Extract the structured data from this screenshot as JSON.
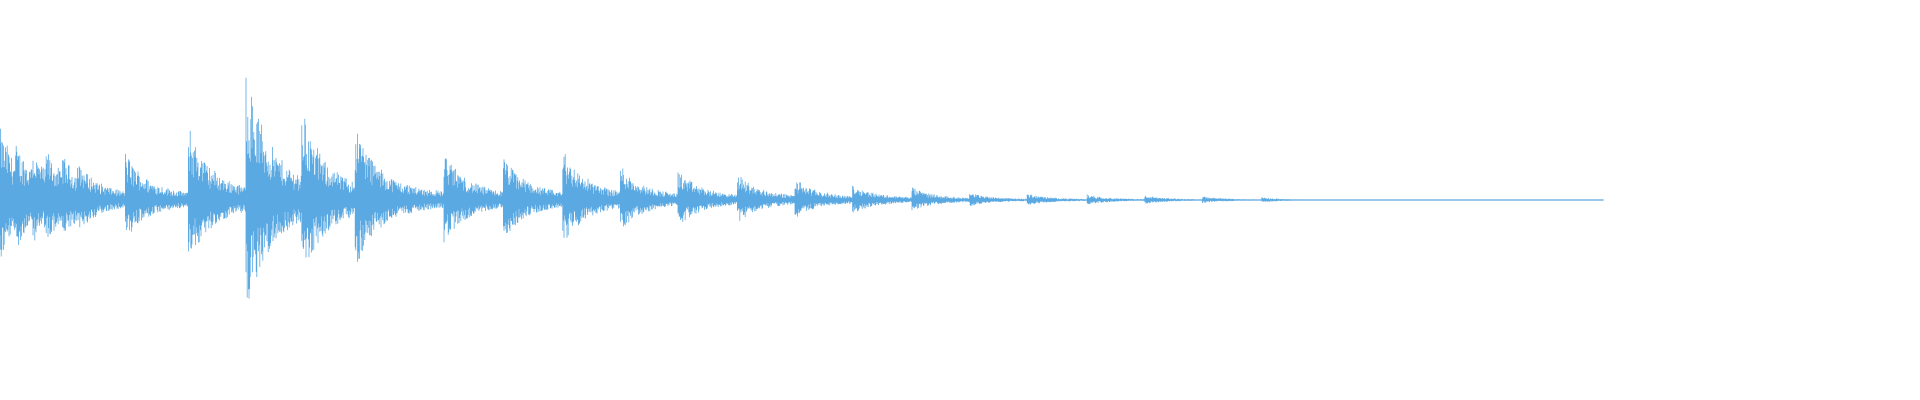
{
  "waveform": {
    "color": "#5aa9e2",
    "onsets": [
      {
        "t": 0.0,
        "peak": 0.4
      },
      {
        "t": 0.008,
        "peak": 0.32
      },
      {
        "t": 0.016,
        "peak": 0.3
      },
      {
        "t": 0.024,
        "peak": 0.28
      },
      {
        "t": 0.032,
        "peak": 0.26
      },
      {
        "t": 0.04,
        "peak": 0.22
      },
      {
        "t": 0.065,
        "peak": 0.27
      },
      {
        "t": 0.098,
        "peak": 0.42
      },
      {
        "t": 0.128,
        "peak": 0.75
      },
      {
        "t": 0.157,
        "peak": 0.52
      },
      {
        "t": 0.185,
        "peak": 0.44
      },
      {
        "t": 0.231,
        "peak": 0.28
      },
      {
        "t": 0.262,
        "peak": 0.26
      },
      {
        "t": 0.293,
        "peak": 0.29
      },
      {
        "t": 0.323,
        "peak": 0.2
      },
      {
        "t": 0.353,
        "peak": 0.17
      },
      {
        "t": 0.384,
        "peak": 0.15
      },
      {
        "t": 0.414,
        "peak": 0.12
      },
      {
        "t": 0.444,
        "peak": 0.09
      },
      {
        "t": 0.475,
        "peak": 0.07
      },
      {
        "t": 0.505,
        "peak": 0.04
      },
      {
        "t": 0.535,
        "peak": 0.035
      },
      {
        "t": 0.566,
        "peak": 0.03
      },
      {
        "t": 0.596,
        "peak": 0.025
      },
      {
        "t": 0.626,
        "peak": 0.02
      },
      {
        "t": 0.657,
        "peak": 0.015
      }
    ],
    "tail_end": 0.835
  }
}
